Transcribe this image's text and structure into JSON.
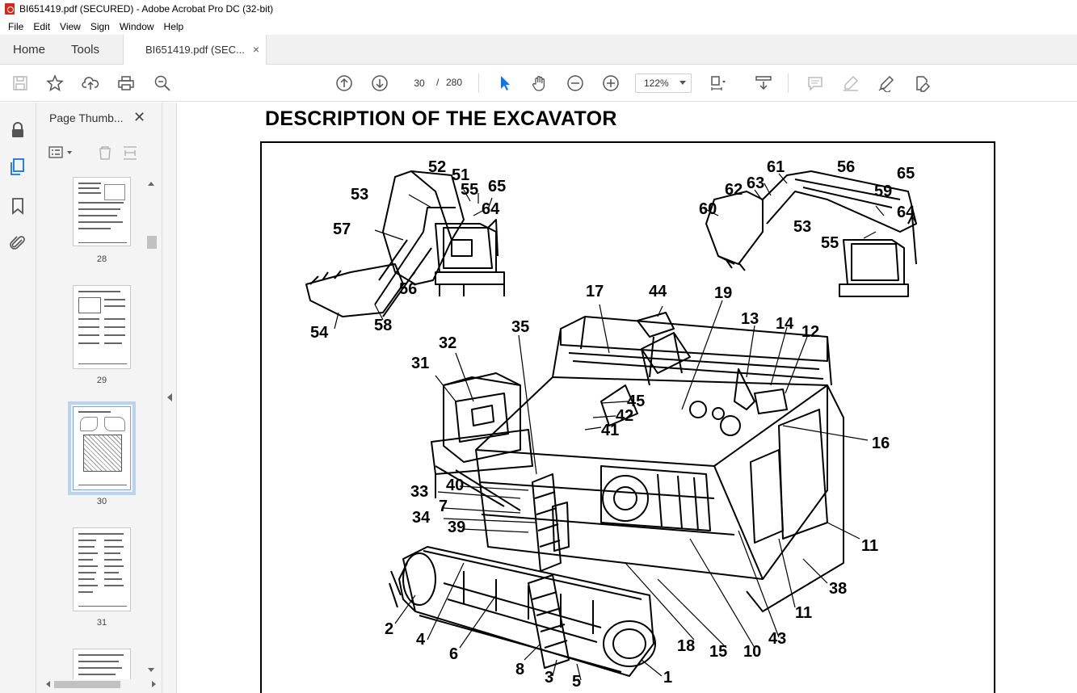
{
  "window": {
    "title": "BI651419.pdf (SECURED) - Adobe Acrobat Pro DC (32-bit)"
  },
  "menu": [
    "File",
    "Edit",
    "View",
    "Sign",
    "Window",
    "Help"
  ],
  "tabs": {
    "home": "Home",
    "tools": "Tools",
    "document": "BI651419.pdf (SEC...",
    "close": "×"
  },
  "toolbar": {
    "current_page": "30",
    "page_separator": "/",
    "total_pages": "280",
    "zoom": "122%"
  },
  "icons": {
    "save": "save-icon",
    "bookmark_star": "star-icon",
    "upload": "upload-icon",
    "print": "printer-icon",
    "find": "search-zoom-icon",
    "prev_page": "arrow-up-circle-icon",
    "next_page": "arrow-down-circle-icon",
    "select": "cursor-arrow-icon",
    "hand": "hand-icon",
    "zoom_out": "minus-circle-icon",
    "zoom_in": "plus-circle-icon",
    "fit": "fit-page-icon",
    "scroll": "scroll-mode-icon",
    "comment": "comment-icon",
    "highlight": "highlighter-icon",
    "sign": "sign-pen-icon",
    "share": "share-edit-icon"
  },
  "sidebar": {
    "panel_title": "Page Thumb...",
    "close": "✕",
    "thumbnails": [
      {
        "label": "28"
      },
      {
        "label": "29"
      },
      {
        "label": "30",
        "selected": true
      },
      {
        "label": "31"
      }
    ]
  },
  "colors": {
    "accent": "#1473e6",
    "selected_outline": "#bcd3ef",
    "pdf_red": "#d9261c"
  },
  "document": {
    "heading": "DESCRIPTION OF THE EXCAVATOR",
    "callouts": [
      "52",
      "51",
      "53",
      "55",
      "65",
      "64",
      "57",
      "56",
      "58",
      "54",
      "61",
      "56",
      "62",
      "63",
      "65",
      "59",
      "60",
      "64",
      "53",
      "55",
      "17",
      "44",
      "19",
      "35",
      "13",
      "14",
      "12",
      "32",
      "31",
      "45",
      "42",
      "41",
      "16",
      "33",
      "40",
      "7",
      "34",
      "39",
      "11",
      "11",
      "38",
      "2",
      "4",
      "6",
      "18",
      "15",
      "10",
      "43",
      "8",
      "3",
      "5",
      "1"
    ]
  }
}
